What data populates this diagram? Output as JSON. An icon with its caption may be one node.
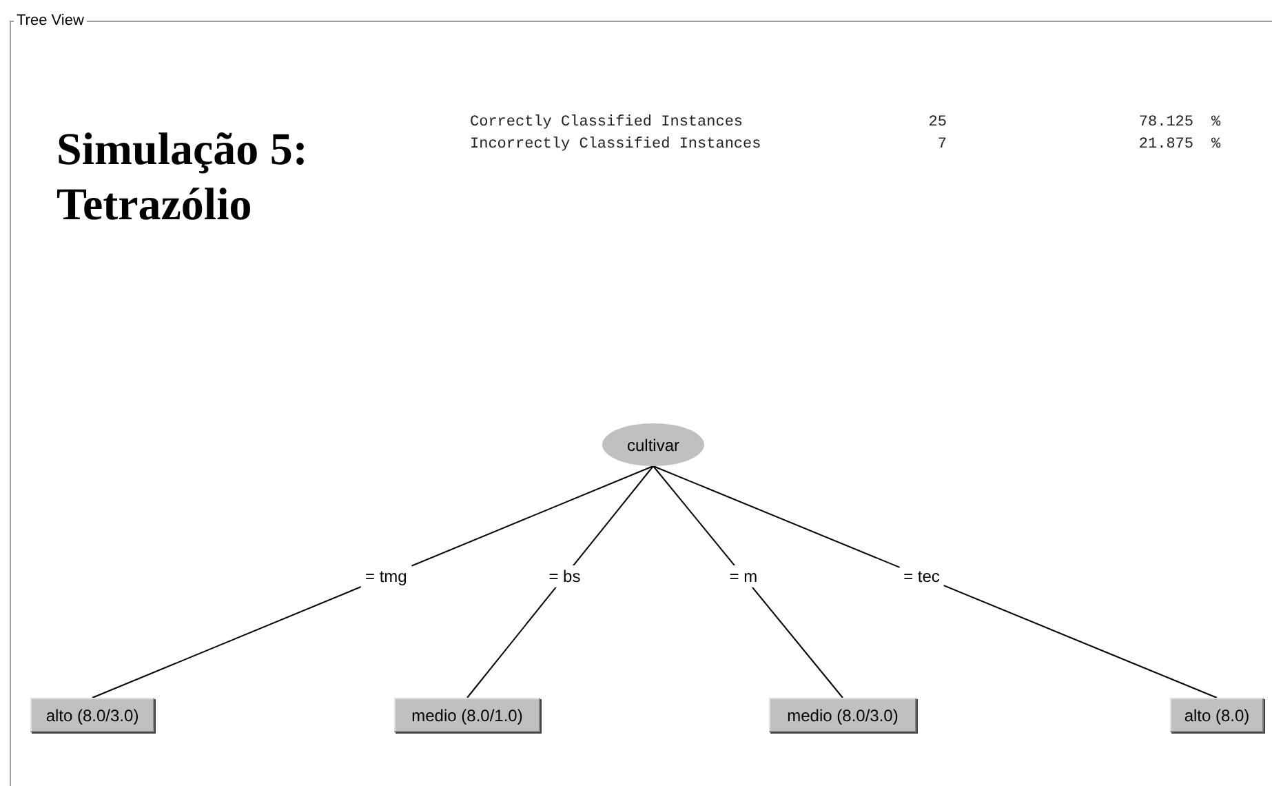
{
  "diagram": {
    "title": "Simulação 5: Tetrazólio",
    "nodes": [
      {
        "text": [
          "Tree View"
        ]
      },
      {
        "text": [
          "cultivar"
        ],
        "in": 0
      },
      {
        "text": [
          "alto (8.0/3.0)"
        ],
        "in": 0
      },
      {
        "text": [
          "medio (8.0/1.0)"
        ],
        "in": 0
      },
      {
        "text": [
          "medio (8.0/3.0)"
        ],
        "in": 0
      },
      {
        "text": [
          "alto (8.0)"
        ],
        "in": 0
      }
    ],
    "edges": [
      {
        "from": 1,
        "to": 2,
        "arrow": "none",
        "label": "= tmg"
      },
      {
        "from": 1,
        "to": 3,
        "arrow": "none",
        "label": "= bs"
      },
      {
        "from": 1,
        "to": 4,
        "arrow": "none",
        "label": "= m"
      },
      {
        "from": 1,
        "to": 5,
        "arrow": "none",
        "label": "= tec"
      }
    ],
    "labels": [
      "Correctly Classified Instances",
      "25",
      "78.125",
      "%",
      "Incorrectly Classified Instances",
      "7",
      "21.875",
      "%"
    ]
  }
}
